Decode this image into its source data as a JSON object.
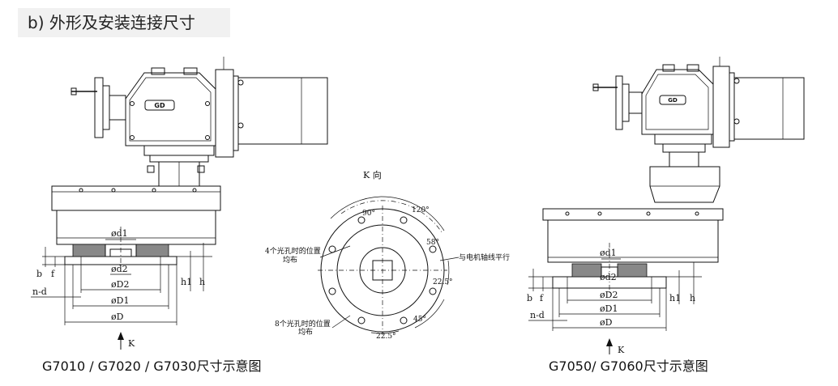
{
  "header": {
    "title": "b) 外形及安装连接尺寸"
  },
  "captions": {
    "left": "G7010 / G7020 / G7030尺寸示意图",
    "right": "G7050/ G7060尺寸示意图"
  },
  "dims": {
    "d1": "ød1",
    "d2": "ød2",
    "D2": "øD2",
    "D1": "øD1",
    "D": "øD",
    "b": "b",
    "f": "f",
    "h1": "h1",
    "h": "h",
    "nd": "n-d",
    "K": "K"
  },
  "kview": {
    "title": "K 向",
    "a90": "90°",
    "a120": "120°",
    "a58": "58°",
    "a225a": "22.5°",
    "a45": "45°",
    "a225b": "22.5°",
    "note1a": "4个光孔时的位置",
    "note1b": "均布",
    "note2a": "8个光孔时的位置",
    "note2b": "均布",
    "note3": "与电机轴线平行"
  },
  "logo": {
    "text": "GD"
  }
}
